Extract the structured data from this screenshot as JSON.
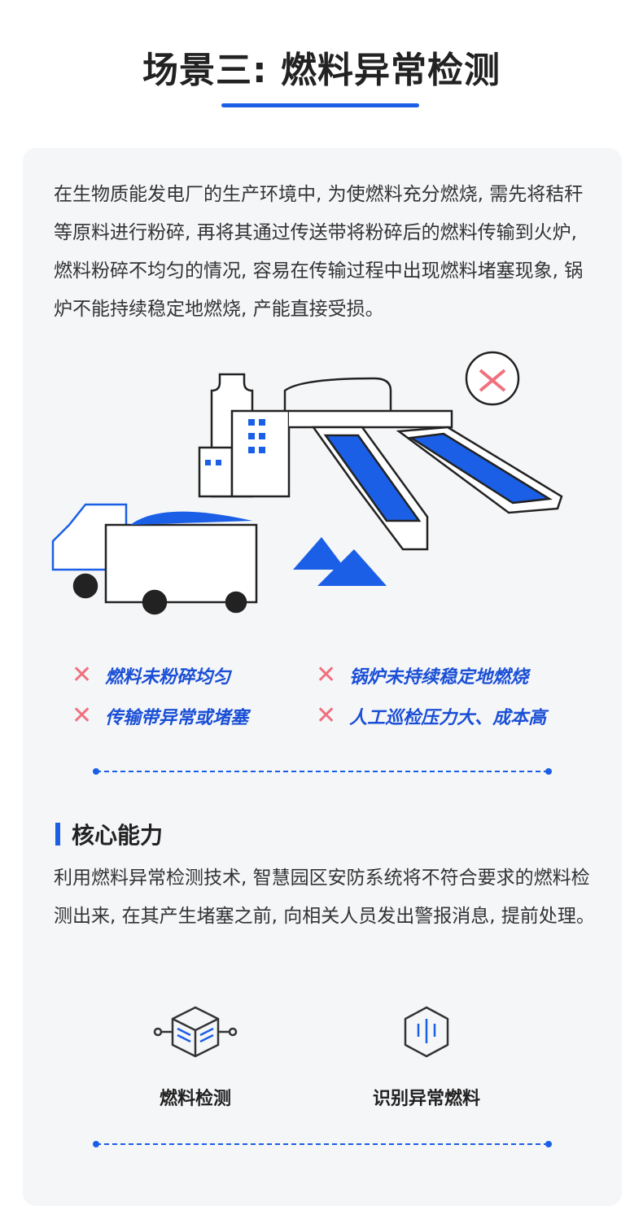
{
  "title": "场景三: 燃料异常检测",
  "intro": "在生物质能发电厂的生产环境中, 为使燃料充分燃烧, 需先将秸秆等原料进行粉碎, 再将其通过传送带将粉碎后的燃料传输到火炉, 燃料粉碎不均匀的情况, 容易在传输过程中出现燃料堵塞现象, 锅炉不能持续稳定地燃烧, 产能直接受损。",
  "issues": [
    {
      "icon": "cross-icon",
      "text": "燃料未粉碎均匀"
    },
    {
      "icon": "cross-icon",
      "text": "锅炉未持续稳定地燃烧"
    },
    {
      "icon": "cross-icon",
      "text": "传输带异常或堵塞"
    },
    {
      "icon": "cross-icon",
      "text": "人工巡检压力大、成本高"
    }
  ],
  "core": {
    "heading": "核心能力",
    "text": "利用燃料异常检测技术, 智慧园区安防系统将不符合要求的燃料检测出来, 在其产生堵塞之前, 向相关人员发出警报消息, 提前处理。",
    "features": [
      {
        "icon": "cube-icon",
        "label": "燃料检测"
      },
      {
        "icon": "hexagon-waveform-icon",
        "label": "识别异常燃料"
      }
    ]
  },
  "colors": {
    "accent": "#1a5fe6",
    "cross": "#f0707e",
    "card": "#f5f6f8"
  }
}
